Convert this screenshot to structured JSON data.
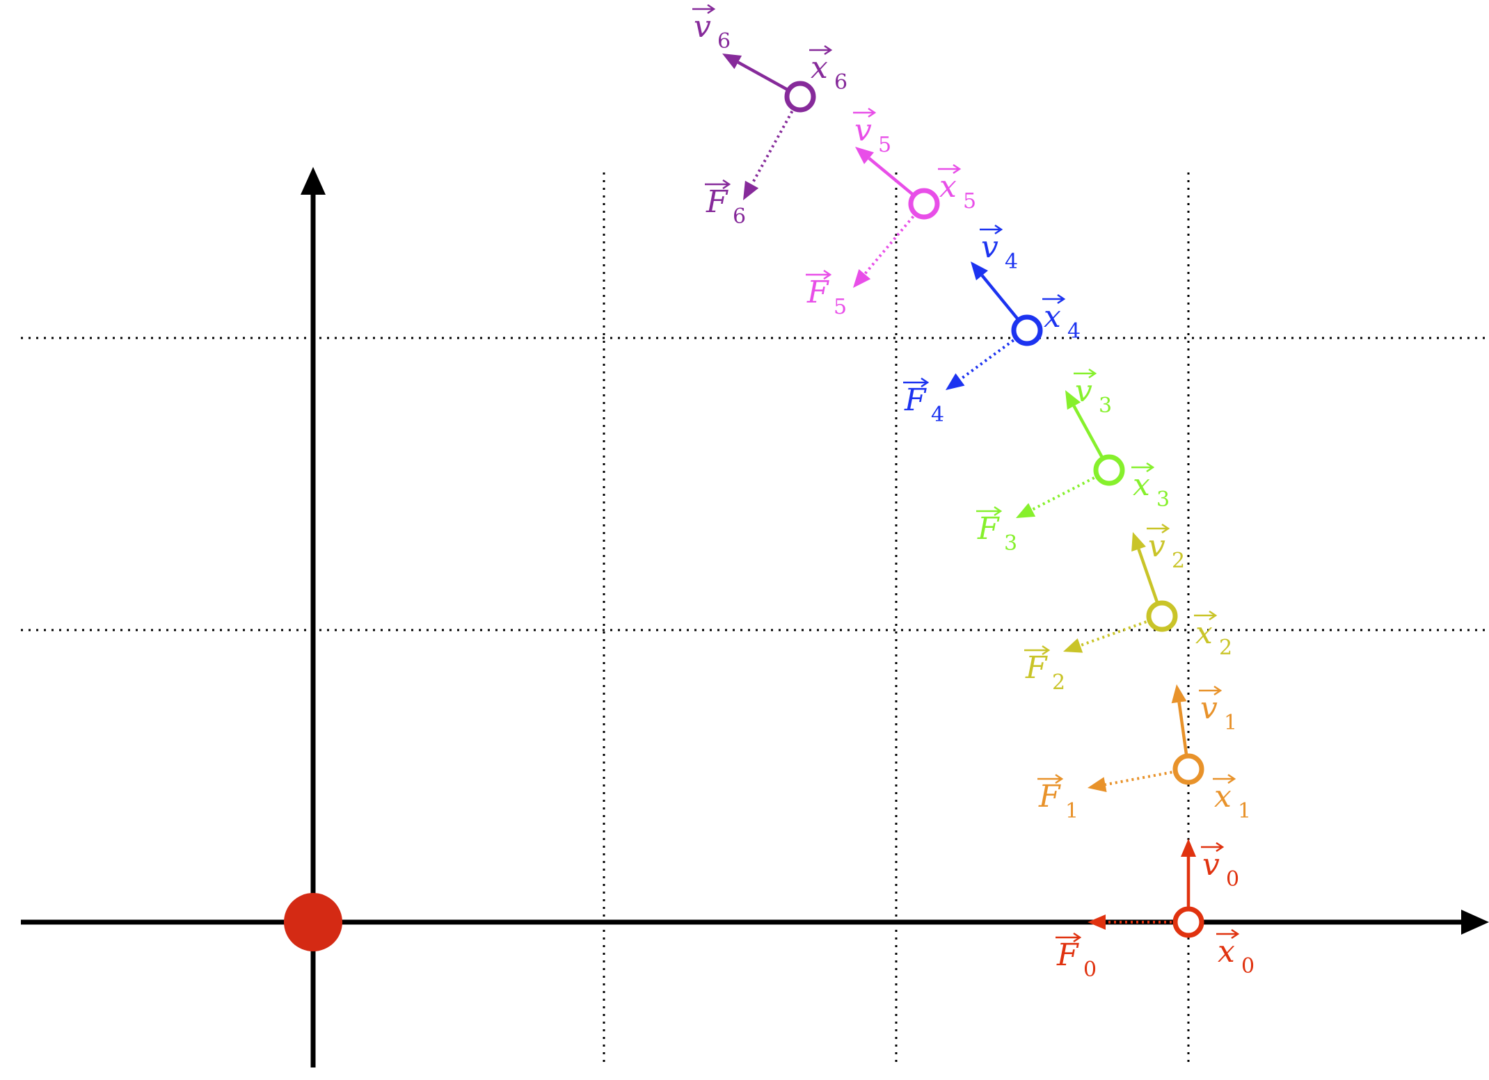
{
  "colors": {
    "axis": "#000000",
    "grid": "#000000",
    "central_body": "#d42a14"
  },
  "steps": [
    {
      "index": "0",
      "color": "#e0320f",
      "x_label": "x",
      "v_label": "v",
      "f_label": "F",
      "sub": "0"
    },
    {
      "index": "1",
      "color": "#e8922a",
      "x_label": "x",
      "v_label": "v",
      "f_label": "F",
      "sub": "1"
    },
    {
      "index": "2",
      "color": "#c9c428",
      "x_label": "x",
      "v_label": "v",
      "f_label": "F",
      "sub": "2"
    },
    {
      "index": "3",
      "color": "#86f02c",
      "x_label": "x",
      "v_label": "v",
      "f_label": "F",
      "sub": "3"
    },
    {
      "index": "4",
      "color": "#1c33f0",
      "x_label": "x",
      "v_label": "v",
      "f_label": "F",
      "sub": "4"
    },
    {
      "index": "5",
      "color": "#e84ee8",
      "x_label": "x",
      "v_label": "v",
      "f_label": "F",
      "sub": "5"
    },
    {
      "index": "6",
      "color": "#862a9a",
      "x_label": "x",
      "v_label": "v",
      "f_label": "F",
      "sub": "6"
    }
  ]
}
